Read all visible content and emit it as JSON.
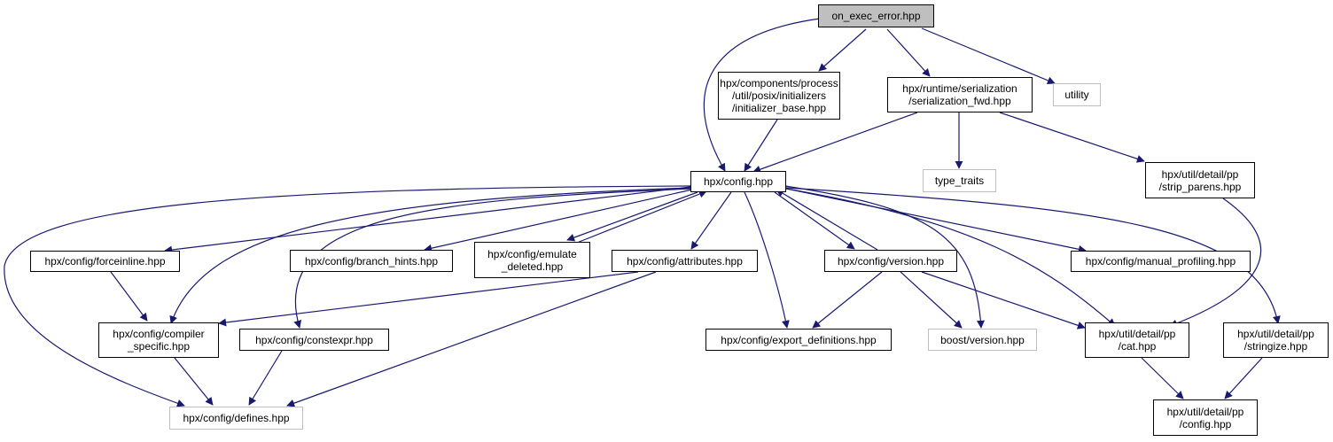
{
  "colors": {
    "edge": "#191970",
    "node_border": "#000000",
    "external_border": "#bfbfbf",
    "root_fill": "#bfbfbf"
  },
  "nodes": {
    "on_exec_error": "on_exec_error.hpp",
    "initializer_base": "hpx/components/process\n/util/posix/initializers\n/initializer_base.hpp",
    "serialization_fwd": "hpx/runtime/serialization\n/serialization_fwd.hpp",
    "utility": "utility",
    "config": "hpx/config.hpp",
    "type_traits": "type_traits",
    "strip_parens": "hpx/util/detail/pp\n/strip_parens.hpp",
    "forceinline": "hpx/config/forceinline.hpp",
    "branch_hints": "hpx/config/branch_hints.hpp",
    "emulate_deleted": "hpx/config/emulate\n_deleted.hpp",
    "attributes": "hpx/config/attributes.hpp",
    "version": "hpx/config/version.hpp",
    "manual_profiling": "hpx/config/manual_profiling.hpp",
    "compiler_specific": "hpx/config/compiler\n_specific.hpp",
    "constexpr": "hpx/config/constexpr.hpp",
    "export_definitions": "hpx/config/export_definitions.hpp",
    "boost_version": "boost/version.hpp",
    "cat": "hpx/util/detail/pp\n/cat.hpp",
    "stringize": "hpx/util/detail/pp\n/stringize.hpp",
    "defines": "hpx/config/defines.hpp",
    "pp_config": "hpx/util/detail/pp\n/config.hpp"
  }
}
